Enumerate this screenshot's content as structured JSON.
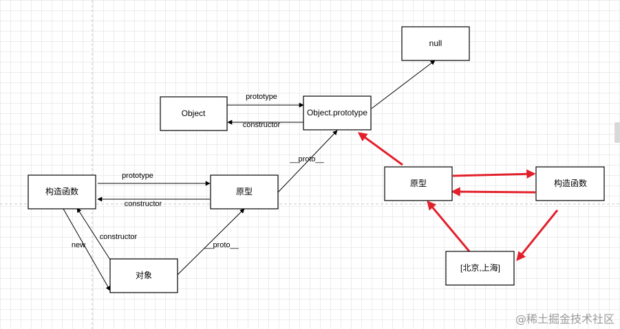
{
  "nodes": {
    "null": "null",
    "object": "Object",
    "object_prototype": "Object.prototype",
    "constructor_left": "构造函数",
    "prototype_left": "原型",
    "instance": "对象",
    "prototype_right": "原型",
    "constructor_right": "构造函数",
    "array_instance": "[北京,上海]"
  },
  "edges": {
    "object_prototype": "prototype",
    "object_constructor": "constructor",
    "proto_to_object_prototype": "__proto__",
    "left_prototype": "prototype",
    "left_constructor": "constructor",
    "new": "new",
    "instance_constructor": "constructor",
    "instance_proto": "__proto__"
  },
  "colors": {
    "red_arrow": "#e2202b",
    "black_arrow": "#000000"
  },
  "watermark": "@稀土掘金技术社区"
}
